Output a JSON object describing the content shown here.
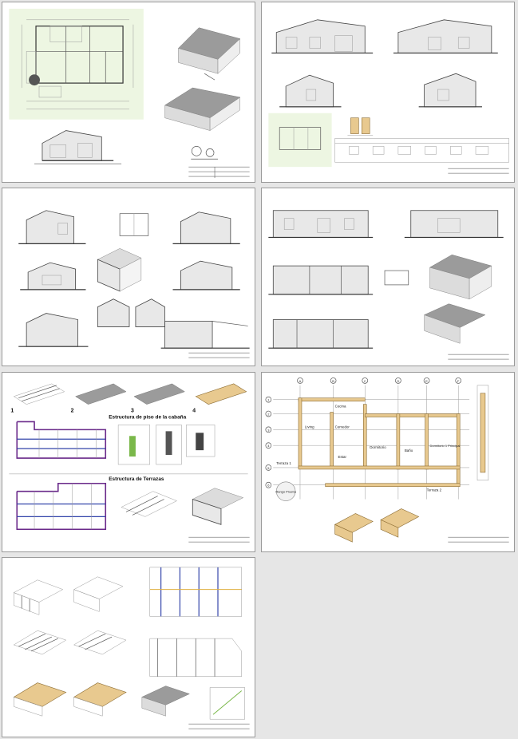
{
  "sheets": [
    {
      "id": "sheet-1",
      "content": "floor-plan-and-3d-views"
    },
    {
      "id": "sheet-2",
      "content": "elevations-and-details"
    },
    {
      "id": "sheet-3",
      "content": "sections-and-bathroom-details"
    },
    {
      "id": "sheet-4",
      "content": "long-elevations-and-perspectives"
    },
    {
      "id": "sheet-5",
      "content": "floor-and-terrace-structure"
    },
    {
      "id": "sheet-6",
      "content": "structural-floor-plan"
    },
    {
      "id": "sheet-7",
      "content": "framing-and-roof-structure"
    }
  ],
  "sheet5": {
    "steps": [
      "1",
      "2",
      "3",
      "4"
    ],
    "heading_floor": "Estructura de piso de la cabaña",
    "heading_terrace": "Estructura de Terrazas"
  },
  "sheet6": {
    "grid_letters": [
      "A",
      "B",
      "C",
      "D",
      "E",
      "F"
    ],
    "grid_numbers": [
      "1",
      "2",
      "3",
      "4",
      "5",
      "6"
    ],
    "rooms": {
      "cocina": "Cocina",
      "comedor": "Comedor",
      "living": "Living",
      "estar": "Estar",
      "dormitorio": "Dormitorio",
      "bano": "Baño",
      "dormitorio_principal": "Dormitorio 1 Principal",
      "terraza_1": "Terraza 1",
      "terraza_2": "Terraza 2"
    },
    "badge": "Rango Prueba"
  },
  "colors": {
    "page_bg": "#e6e6e6",
    "sheet_bg": "#ffffff",
    "plan_bg": "#edf6e2",
    "wood": "#e8c98f",
    "beam_purple": "#6a2a8a",
    "beam_blue": "#3344aa"
  }
}
